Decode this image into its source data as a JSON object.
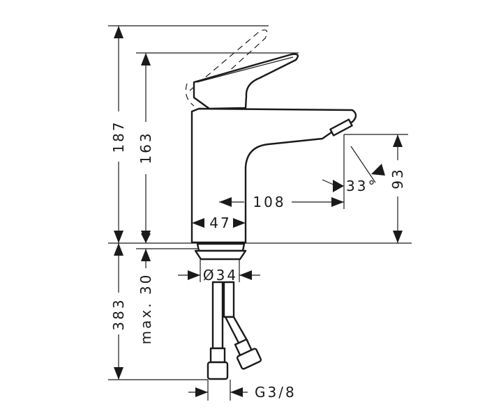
{
  "title": "Faucet dimension drawing",
  "dimensions": {
    "total_height": "187",
    "spout_top_height": "163",
    "outlet_height": "93",
    "spout_reach": "108",
    "body_width": "47",
    "outlet_angle": "33°",
    "below_deck_length": "383",
    "max_deck_thickness": "max. 30",
    "mount_hole_diameter": "Ø34",
    "connection_thread": "G3/8"
  }
}
